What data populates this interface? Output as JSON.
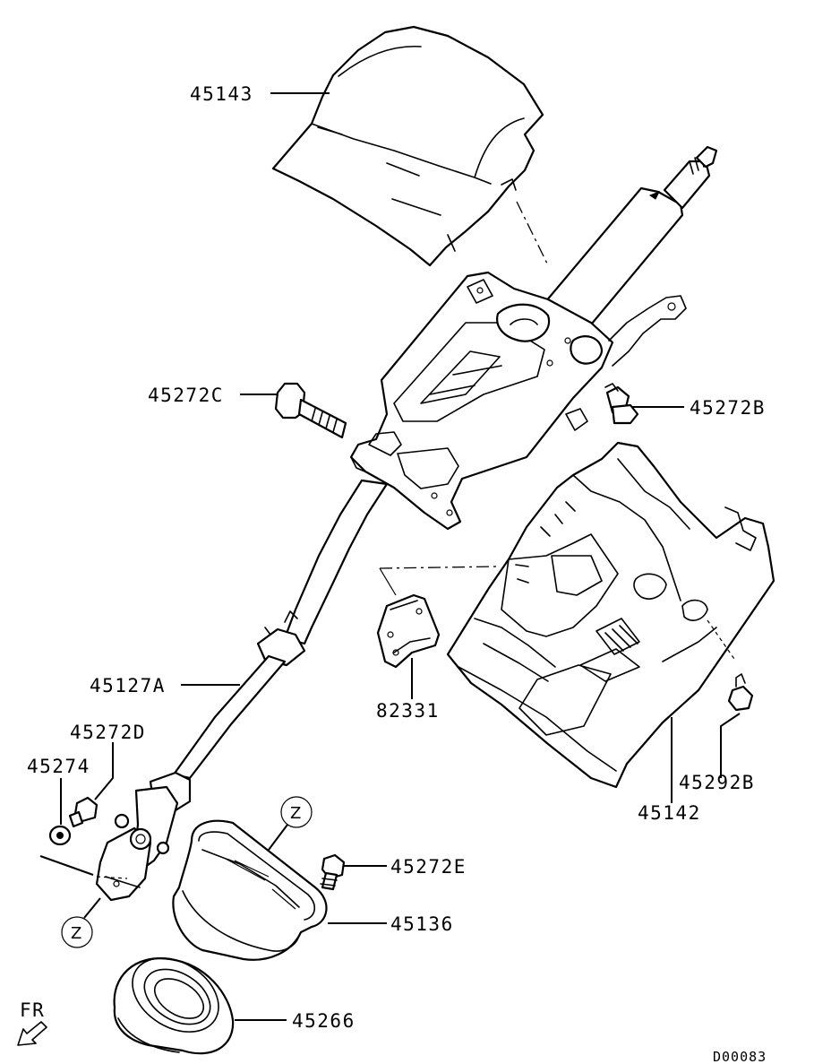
{
  "diagram_code": "D00083",
  "direction_label": "FR",
  "detail_marker": "Z",
  "parts": [
    {
      "id": "p45143",
      "label": "45143"
    },
    {
      "id": "p45272C",
      "label": "45272C"
    },
    {
      "id": "p45272B",
      "label": "45272B"
    },
    {
      "id": "p45127A",
      "label": "45127A"
    },
    {
      "id": "p82331",
      "label": "82331"
    },
    {
      "id": "p45272D",
      "label": "45272D"
    },
    {
      "id": "p45274",
      "label": "45274"
    },
    {
      "id": "p45292B",
      "label": "45292B"
    },
    {
      "id": "p45142",
      "label": "45142"
    },
    {
      "id": "p45272E",
      "label": "45272E"
    },
    {
      "id": "p45136",
      "label": "45136"
    },
    {
      "id": "p45266",
      "label": "45266"
    }
  ]
}
